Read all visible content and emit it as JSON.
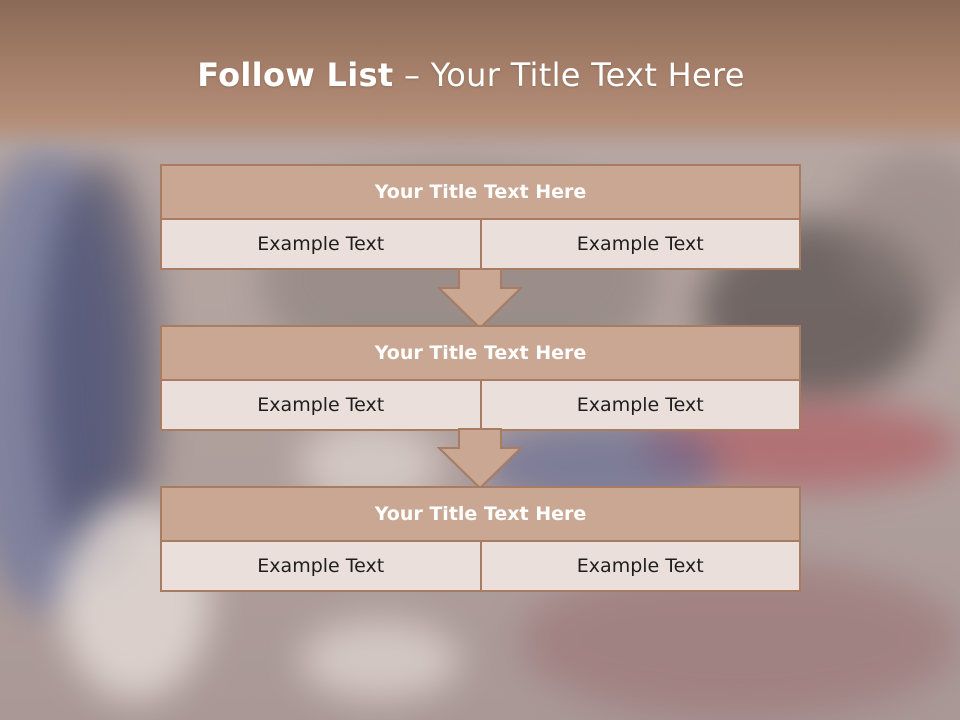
{
  "title": {
    "bold": "Follow List",
    "rest": "– Your Title Text Here"
  },
  "blocks": [
    {
      "title": "Your Title Text Here",
      "cells": [
        "Example Text",
        "Example Text"
      ]
    },
    {
      "title": "Your Title Text Here",
      "cells": [
        "Example Text",
        "Example Text"
      ]
    },
    {
      "title": "Your Title Text Here",
      "cells": [
        "Example Text",
        "Example Text"
      ]
    }
  ],
  "colors": {
    "header": "#a47e68",
    "block_title_fill": "#c9a792",
    "cell_fill": "#ebdfdb",
    "border": "#a87b63",
    "arrow_fill": "#c9a792"
  }
}
